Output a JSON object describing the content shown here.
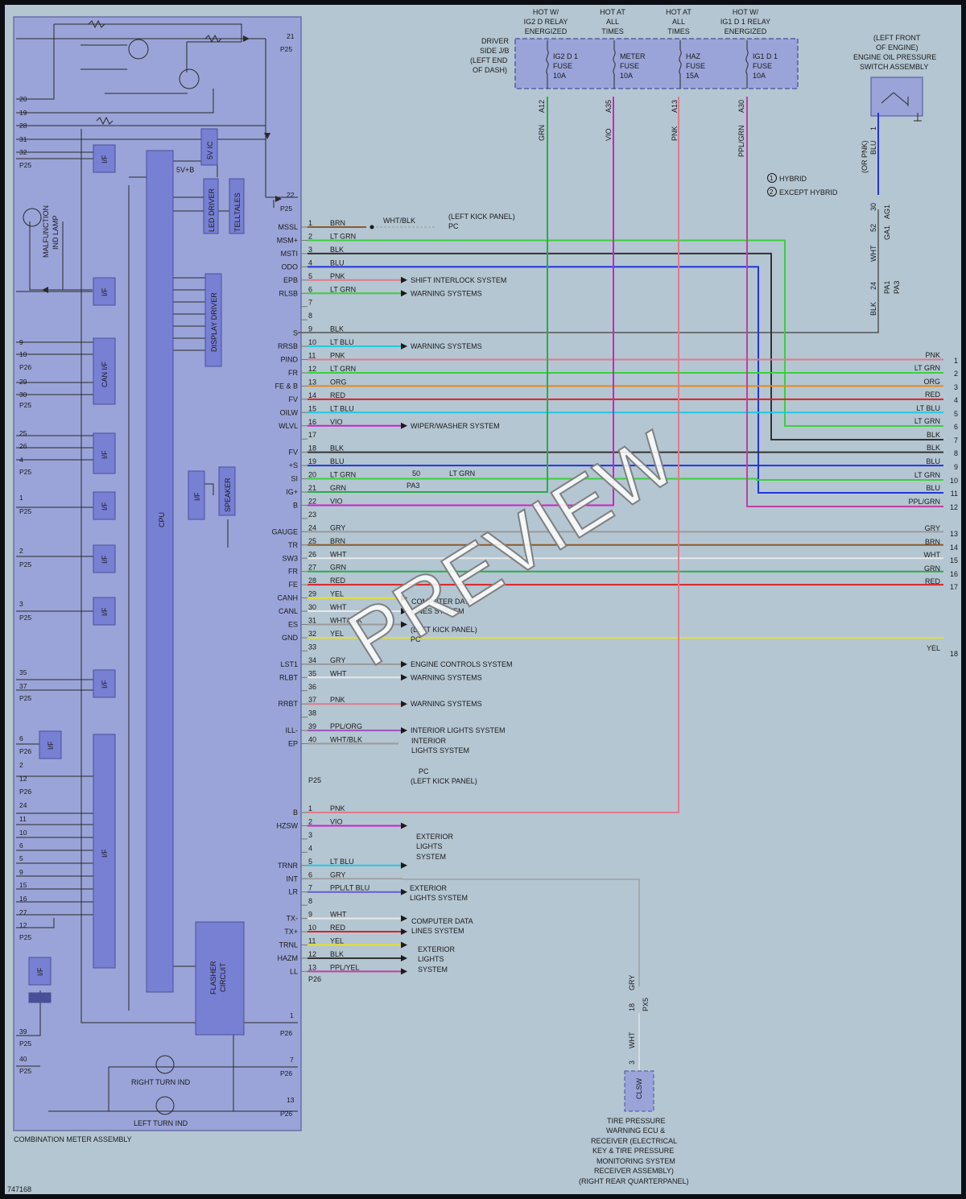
{
  "diagram_id": "747168",
  "watermark": "PREVIEW",
  "combination_meter": {
    "title": "COMBINATION METER ASSEMBLY",
    "blocks": {
      "cpu": "CPU",
      "display_driver": "DISPLAY DRIVER",
      "led_driver": "LED DRIVER",
      "telltales": "TELLTALES",
      "ic_5v": "5V IC",
      "can_if": "CAN I/F",
      "speaker": "SPEAKER",
      "flasher": "FLASHER CIRCUIT",
      "if": "I/F"
    },
    "labels": {
      "v5b": "5V+B",
      "malfunction": "MALFUNCTION IND LAMP",
      "right_turn": "RIGHT TURN IND",
      "left_turn": "LEFT TURN IND"
    }
  },
  "j_b": {
    "driver_side": "DRIVER SIDE J/B (LEFT END OF DASH)",
    "fuses": [
      {
        "hot": "HOT W/ IG2 D RELAY ENERGIZED",
        "name": "IG2 D 1 FUSE",
        "amp": "10A",
        "pin": "A12",
        "wire": "GRN",
        "color": "#2fa84a"
      },
      {
        "hot": "HOT AT ALL TIMES",
        "name": "METER FUSE",
        "amp": "10A",
        "pin": "A35",
        "wire": "VIO",
        "color": "#cc22cc"
      },
      {
        "hot": "HOT AT ALL TIMES",
        "name": "HAZ FUSE",
        "amp": "15A",
        "pin": "A13",
        "wire": "PNK",
        "color": "#e07a8a"
      },
      {
        "hot": "HOT W/ IG1 D 1 RELAY ENERGIZED",
        "name": "IG1 D 1 FUSE",
        "amp": "10A",
        "pin": "A30",
        "wire": "PPL/GRN",
        "color": "#c040a0"
      }
    ]
  },
  "oil_switch": {
    "title": "(LEFT FRONT OF ENGINE) ENGINE OIL PRESSURE SWITCH ASSEMBLY",
    "legend": [
      "HYBRID",
      "EXCEPT HYBRID"
    ],
    "wire_labels": [
      "(OR PNK)",
      "BLU",
      "WHT",
      "BLK"
    ],
    "connectors": [
      "AG1",
      "GA1",
      "PA1",
      "PA3"
    ]
  },
  "left_pins_p25": [
    {
      "pin": "1",
      "name": "MSSL",
      "wire": "BRN",
      "color": "#8b5a2b"
    },
    {
      "pin": "2",
      "name": "MSM+",
      "wire": "LT GRN",
      "color": "#3ccf3c"
    },
    {
      "pin": "3",
      "name": "MSTI",
      "wire": "BLK",
      "color": "#333333"
    },
    {
      "pin": "4",
      "name": "ODO",
      "wire": "BLU",
      "color": "#2233dd"
    },
    {
      "pin": "5",
      "name": "EPB",
      "wire": "PNK",
      "color": "#e07a8a",
      "dest": "SHIFT INTERLOCK SYSTEM"
    },
    {
      "pin": "6",
      "name": "RLSB",
      "wire": "LT GRN",
      "color": "#3ccf3c",
      "dest": "WARNING SYSTEMS"
    },
    {
      "pin": "7",
      "name": "",
      "wire": "",
      "color": ""
    },
    {
      "pin": "8",
      "name": "",
      "wire": "",
      "color": ""
    },
    {
      "pin": "9",
      "name": "S",
      "wire": "BLK",
      "color": "#333333"
    },
    {
      "pin": "10",
      "name": "RRSB",
      "wire": "LT BLU",
      "color": "#22c8e0",
      "dest": "WARNING SYSTEMS"
    },
    {
      "pin": "11",
      "name": "PIND",
      "wire": "PNK",
      "color": "#e07a8a"
    },
    {
      "pin": "12",
      "name": "FR",
      "wire": "LT GRN",
      "color": "#3ccf3c"
    },
    {
      "pin": "13",
      "name": "FE & B",
      "wire": "ORG",
      "color": "#e88a1a"
    },
    {
      "pin": "14",
      "name": "FV",
      "wire": "RED",
      "color": "#dd2222"
    },
    {
      "pin": "15",
      "name": "OILW",
      "wire": "LT BLU",
      "color": "#22c8e0"
    },
    {
      "pin": "16",
      "name": "WLVL",
      "wire": "VIO",
      "color": "#cc22cc",
      "dest": "WIPER/WASHER SYSTEM"
    },
    {
      "pin": "17",
      "name": "",
      "wire": "",
      "color": ""
    },
    {
      "pin": "18",
      "name": "FV",
      "wire": "BLK",
      "color": "#333333"
    },
    {
      "pin": "19",
      "name": "+S",
      "wire": "BLU",
      "color": "#2233dd"
    },
    {
      "pin": "20",
      "name": "SI",
      "wire": "LT GRN",
      "color": "#3ccf3c"
    },
    {
      "pin": "21",
      "name": "IG+",
      "wire": "GRN",
      "color": "#2fa84a"
    },
    {
      "pin": "22",
      "name": "B",
      "wire": "VIO",
      "color": "#cc22cc"
    },
    {
      "pin": "23",
      "name": "",
      "wire": "",
      "color": ""
    },
    {
      "pin": "24",
      "name": "GAUGE",
      "wire": "GRY",
      "color": "#9a9a9a"
    },
    {
      "pin": "25",
      "name": "TR",
      "wire": "BRN",
      "color": "#8b5a2b"
    },
    {
      "pin": "26",
      "name": "SW3",
      "wire": "WHT",
      "color": "#e8e8e8"
    },
    {
      "pin": "27",
      "name": "FR",
      "wire": "GRN",
      "color": "#2fa84a"
    },
    {
      "pin": "28",
      "name": "FE",
      "wire": "RED",
      "color": "#dd2222"
    },
    {
      "pin": "29",
      "name": "CANH",
      "wire": "YEL",
      "color": "#e8e020"
    },
    {
      "pin": "30",
      "name": "CANL",
      "wire": "WHT",
      "color": "#e8e8e8"
    },
    {
      "pin": "31",
      "name": "ES",
      "wire": "WHT/BLK",
      "color": "#9a9a9a"
    },
    {
      "pin": "32",
      "name": "GND",
      "wire": "YEL",
      "color": "#e8e020"
    },
    {
      "pin": "33",
      "name": "",
      "wire": "",
      "color": ""
    },
    {
      "pin": "34",
      "name": "LST1",
      "wire": "GRY",
      "color": "#9a9a9a",
      "dest": "ENGINE CONTROLS SYSTEM"
    },
    {
      "pin": "35",
      "name": "RLBT",
      "wire": "WHT",
      "color": "#e8e8e8",
      "dest": "WARNING SYSTEMS"
    },
    {
      "pin": "36",
      "name": "",
      "wire": "",
      "color": ""
    },
    {
      "pin": "37",
      "name": "RRBT",
      "wire": "PNK",
      "color": "#e07a8a",
      "dest": "WARNING SYSTEMS"
    },
    {
      "pin": "38",
      "name": "",
      "wire": "",
      "color": ""
    },
    {
      "pin": "39",
      "name": "ILL-",
      "wire": "PPL/ORG",
      "color": "#a050c0",
      "dest": "INTERIOR LIGHTS SYSTEM"
    },
    {
      "pin": "40",
      "name": "EP",
      "wire": "WHT/BLK",
      "color": "#9a9a9a"
    }
  ],
  "left_pins_p26": [
    {
      "pin": "1",
      "name": "B",
      "wire": "PNK",
      "color": "#e07a8a"
    },
    {
      "pin": "2",
      "name": "HZSW",
      "wire": "VIO",
      "color": "#cc22cc"
    },
    {
      "pin": "3",
      "name": "",
      "wire": "",
      "color": ""
    },
    {
      "pin": "4",
      "name": "",
      "wire": "",
      "color": ""
    },
    {
      "pin": "5",
      "name": "TRNR",
      "wire": "LT BLU",
      "color": "#22c8e0"
    },
    {
      "pin": "6",
      "name": "INT",
      "wire": "GRY",
      "color": "#9a9a9a"
    },
    {
      "pin": "7",
      "name": "LR",
      "wire": "PPL/LT BLU",
      "color": "#6a58d8"
    },
    {
      "pin": "8",
      "name": "",
      "wire": "",
      "color": ""
    },
    {
      "pin": "9",
      "name": "TX-",
      "wire": "WHT",
      "color": "#e8e8e8"
    },
    {
      "pin": "10",
      "name": "TX+",
      "wire": "RED",
      "color": "#dd2222"
    },
    {
      "pin": "11",
      "name": "TRNL",
      "wire": "YEL",
      "color": "#e8e020"
    },
    {
      "pin": "12",
      "name": "HAZM",
      "wire": "BLK",
      "color": "#333333"
    },
    {
      "pin": "13",
      "name": "LL",
      "wire": "PPL/YEL",
      "color": "#c040a0"
    }
  ],
  "right_edge": [
    {
      "num": "1",
      "wire": "PNK"
    },
    {
      "num": "2",
      "wire": "LT GRN"
    },
    {
      "num": "3",
      "wire": "ORG"
    },
    {
      "num": "4",
      "wire": "RED"
    },
    {
      "num": "5",
      "wire": "LT BLU"
    },
    {
      "num": "6",
      "wire": "LT GRN"
    },
    {
      "num": "7",
      "wire": "BLK"
    },
    {
      "num": "8",
      "wire": "BLK"
    },
    {
      "num": "9",
      "wire": "BLU"
    },
    {
      "num": "10",
      "wire": "LT GRN"
    },
    {
      "num": "11",
      "wire": "BLU"
    },
    {
      "num": "12",
      "wire": "PPL/GRN"
    },
    {
      "num": "13",
      "wire": "GRY"
    },
    {
      "num": "14",
      "wire": "BRN"
    },
    {
      "num": "15",
      "wire": "WHT"
    },
    {
      "num": "16",
      "wire": "GRN"
    },
    {
      "num": "17",
      "wire": "RED"
    },
    {
      "num": "18",
      "wire": "YEL"
    }
  ],
  "annotations": {
    "kick_panel": "(LEFT KICK PANEL)",
    "pc": "PC",
    "wht_blk": "WHT/BLK",
    "computer_data": "COMPUTER DATA LINES SYSTEM",
    "exterior_lights": "EXTERIOR LIGHTS SYSTEM",
    "splice": "50",
    "pa3": "PA3",
    "lt_grn": "LT GRN",
    "p25": "P25",
    "p26": "P26"
  },
  "tire_ecu": {
    "title": "TIRE PRESSURE WARNING ECU & RECEIVER (ELECTRICAL KEY & TIRE PRESSURE MONITORING SYSTEM RECEIVER ASSEMBLY) (RIGHT REAR QUARTERPANEL)",
    "pin_label": "CLSW",
    "wires": [
      "GRY",
      "WHT"
    ],
    "connector": "PX5",
    "pins": [
      "18",
      "3"
    ]
  }
}
